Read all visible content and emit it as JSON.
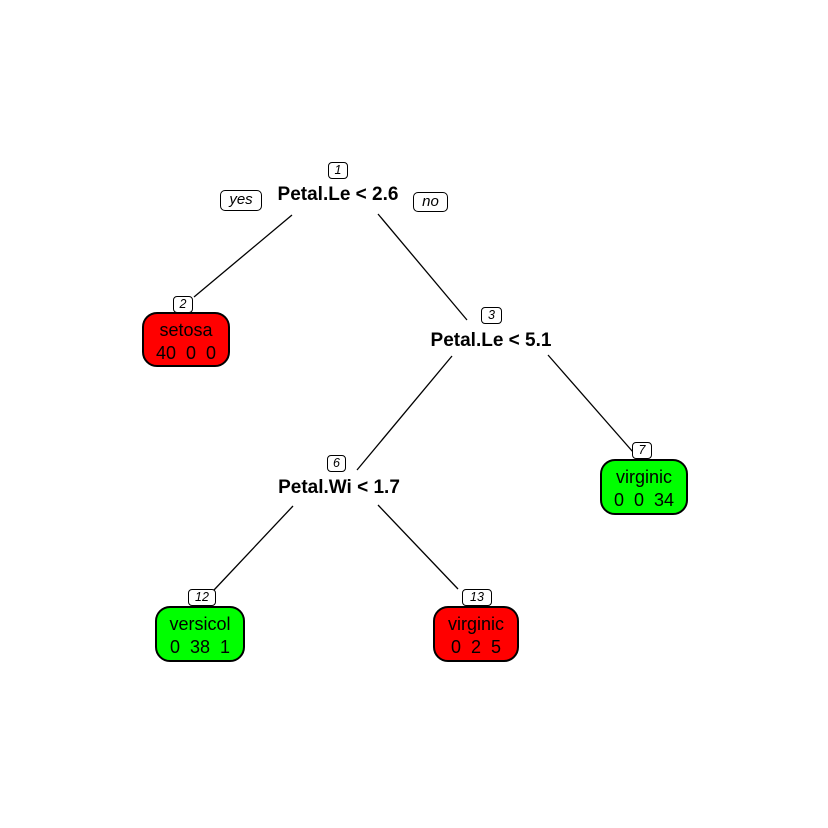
{
  "figure": {
    "background": "#ffffff",
    "line_color": "#000000",
    "leaf_text_color": "#000000"
  },
  "branch_labels": {
    "yes": "yes",
    "no": "no"
  },
  "nodes": {
    "n1": {
      "id": "1",
      "type": "split",
      "label": "Petal.Le < 2.6"
    },
    "n2": {
      "id": "2",
      "type": "leaf",
      "class_label": "setosa",
      "counts": "40  0  0",
      "color": "#ff0000"
    },
    "n3": {
      "id": "3",
      "type": "split",
      "label": "Petal.Le < 5.1"
    },
    "n6": {
      "id": "6",
      "type": "split",
      "label": "Petal.Wi < 1.7"
    },
    "n7": {
      "id": "7",
      "type": "leaf",
      "class_label": "virginic",
      "counts": "0  0  34",
      "color": "#00ff00"
    },
    "n12": {
      "id": "12",
      "type": "leaf",
      "class_label": "versicol",
      "counts": "0  38  1",
      "color": "#00ff00"
    },
    "n13": {
      "id": "13",
      "type": "leaf",
      "class_label": "virginic",
      "counts": "0  2  5",
      "color": "#ff0000"
    }
  },
  "tree_structure": [
    {
      "parent": "1",
      "child": "2",
      "branch": "yes"
    },
    {
      "parent": "1",
      "child": "3",
      "branch": "no"
    },
    {
      "parent": "3",
      "child": "6",
      "branch": "yes"
    },
    {
      "parent": "3",
      "child": "7",
      "branch": "no"
    },
    {
      "parent": "6",
      "child": "12",
      "branch": "yes"
    },
    {
      "parent": "6",
      "child": "13",
      "branch": "no"
    }
  ]
}
